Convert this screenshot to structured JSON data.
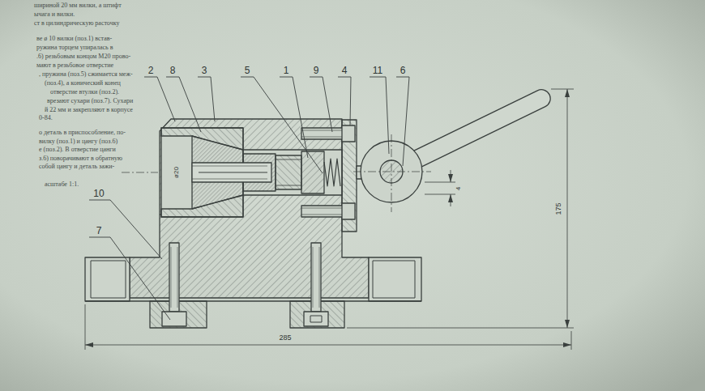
{
  "diagram": {
    "labels": [
      "шириной 20 мм вилки, а штифт",
      "ычага и вилки.",
      "ст в цилиндрическую расточку",
      "ве ø 10 вилки (поз.1) встав-",
      "ружина торцем упиралась в",
      ".6) резьбовым концом М20 прово-",
      "мают в резьбовое отверстие",
      ", пружина (поз.5) сжимается меж-",
      "(поз.4), а конический конец",
      "отверстие втулки (поз.2).",
      "врезают сухари (поз.7). Сухари",
      "й 22 мм и закрепляют в корпусе",
      "0-84.",
      "о деталь в приспособление, по-",
      "вилку (поз.1) и цангу (поз.6)",
      "е (поз.2). В отверстие цанги",
      "з.6) поворачивают в обратную",
      "собой цангу и деталь зажи-",
      "асштабе 1:1.",
      "2",
      "8",
      "3",
      "5",
      "1",
      "9",
      "4",
      "11",
      "6",
      "10",
      "7",
      "ø20",
      "4",
      "175",
      "285"
    ]
  }
}
